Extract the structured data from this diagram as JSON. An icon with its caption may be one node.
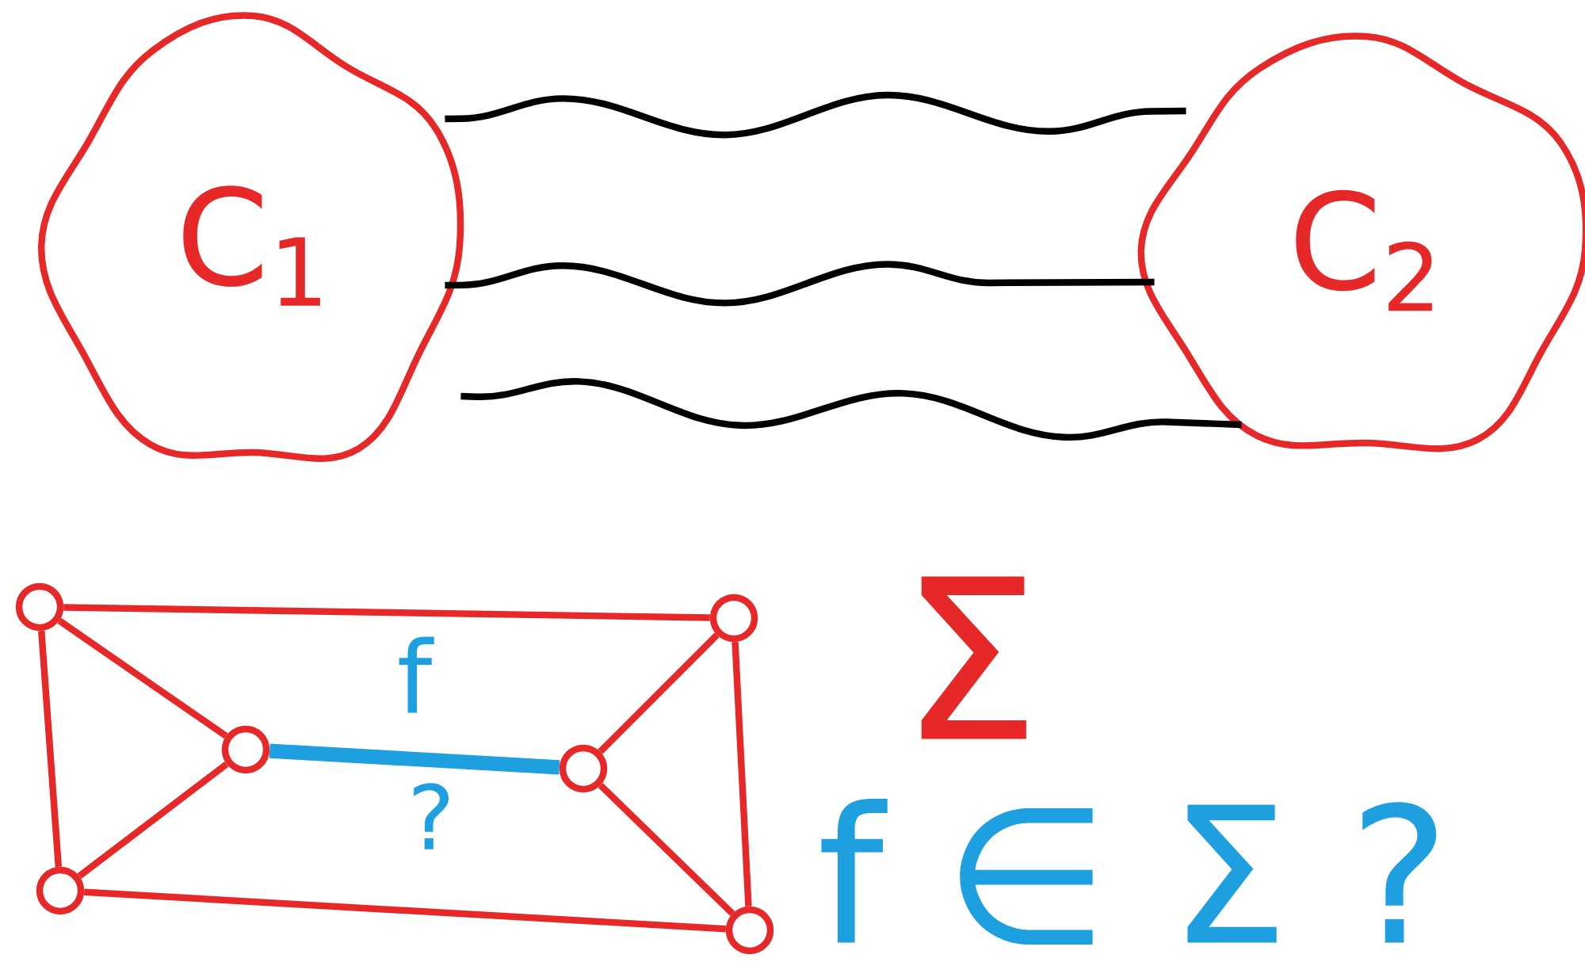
{
  "diagram": {
    "nodes": [
      {
        "text": [
          "C$_{1}$"
        ]
      },
      {
        "text": [
          "C$_{2}$"
        ]
      },
      {
        "text": [],
        "shape": "circle"
      },
      {
        "text": [],
        "shape": "circle"
      },
      {
        "text": [],
        "shape": "circle"
      },
      {
        "text": [],
        "shape": "circle"
      },
      {
        "text": [],
        "shape": "circle"
      },
      {
        "text": [],
        "shape": "circle"
      }
    ],
    "edges": [
      {
        "from": 0,
        "to": 1,
        "arrow": "none",
        "color": "#000000"
      },
      {
        "from": 0,
        "to": 1,
        "arrow": "none",
        "color": "#000000"
      },
      {
        "from": 0,
        "to": 1,
        "arrow": "none",
        "color": "#000000"
      },
      {
        "from": 2,
        "to": 3,
        "arrow": "none"
      },
      {
        "from": 3,
        "to": 7,
        "arrow": "none"
      },
      {
        "from": 6,
        "to": 7,
        "arrow": "none"
      },
      {
        "from": 2,
        "to": 6,
        "arrow": "none"
      },
      {
        "from": 2,
        "to": 4,
        "arrow": "none"
      },
      {
        "from": 6,
        "to": 4,
        "arrow": "none"
      },
      {
        "from": 3,
        "to": 5,
        "arrow": "none"
      },
      {
        "from": 7,
        "to": 5,
        "arrow": "none"
      },
      {
        "from": 4,
        "to": 5,
        "arrow": "none",
        "label": "f",
        "style": "thick",
        "color": "#1e9fe0"
      }
    ],
    "labels": [
      "?",
      "Σ",
      "f ∈ Σ ?"
    ]
  }
}
